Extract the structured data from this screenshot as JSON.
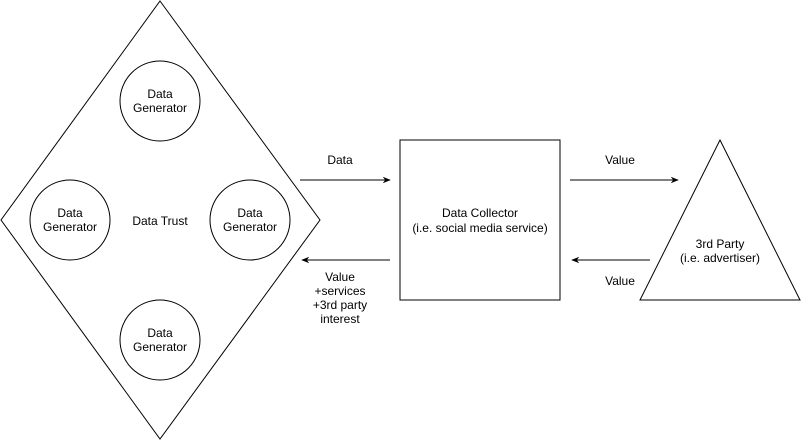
{
  "diagram": {
    "trust": {
      "label": "Data Trust",
      "generators": [
        {
          "line1": "Data",
          "line2": "Generator"
        },
        {
          "line1": "Data",
          "line2": "Generator"
        },
        {
          "line1": "Data",
          "line2": "Generator"
        },
        {
          "line1": "Data",
          "line2": "Generator"
        }
      ]
    },
    "collector": {
      "line1": "Data Collector",
      "line2": "(i.e. social media service)"
    },
    "third_party": {
      "line1": "3rd Party",
      "line2": "(i.e. advertiser)"
    },
    "edges": {
      "trust_to_collector": "Data",
      "collector_to_third": "Value",
      "third_to_collector": "Value",
      "collector_to_trust": [
        "Value",
        "+services",
        "+3rd party",
        "interest"
      ]
    },
    "colors": {
      "stroke": "#000000",
      "fill": "#ffffff"
    }
  }
}
